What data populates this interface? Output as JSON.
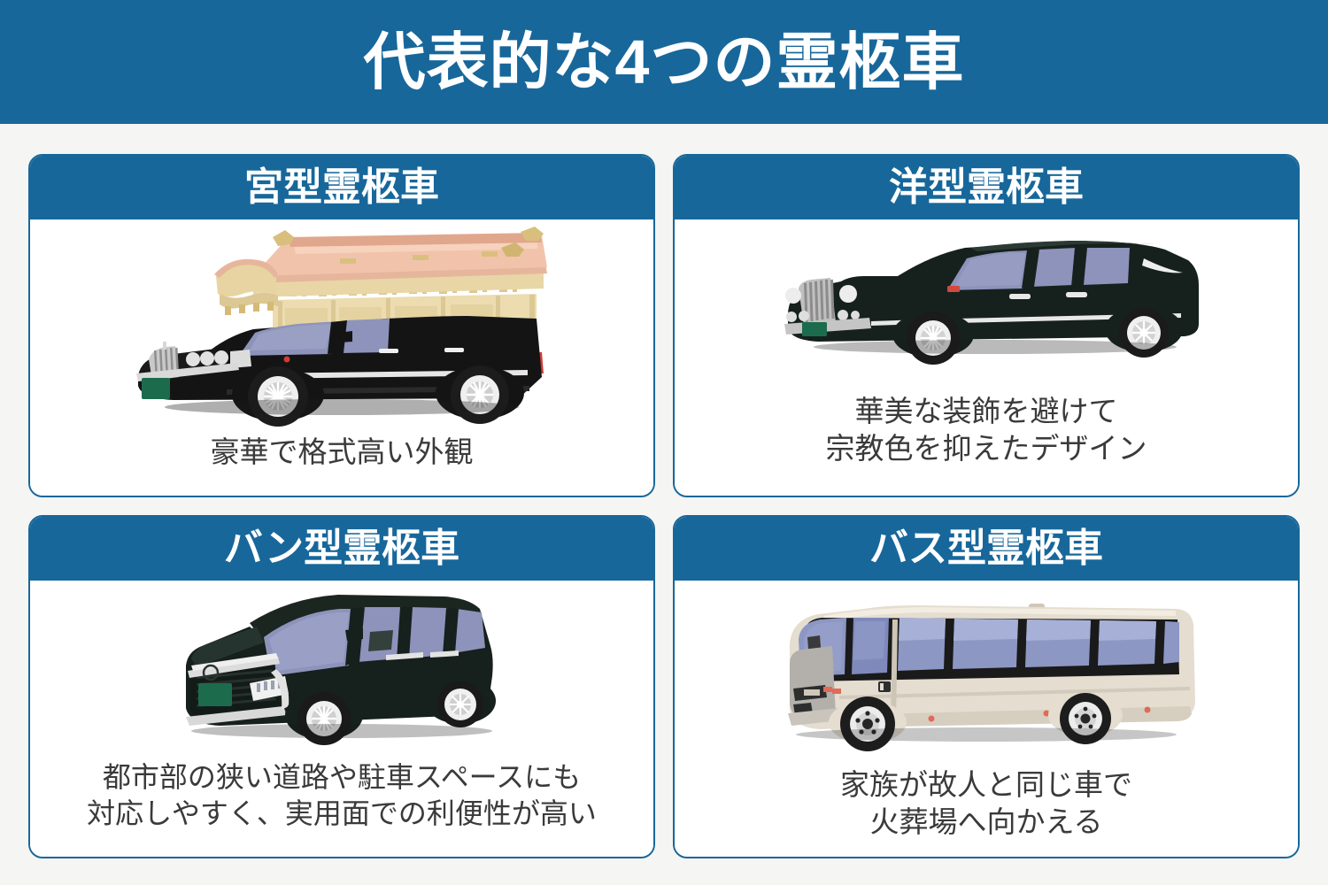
{
  "banner": {
    "title": "代表的な4つの霊柩車",
    "background_color": "#17679b",
    "text_color": "#ffffff"
  },
  "theme": {
    "accent_color": "#17679b",
    "page_background": "#f5f5f3",
    "card_background": "#ffffff",
    "caption_color": "#3a3a3a"
  },
  "cards": [
    {
      "id": "miyagata",
      "title": "宮型霊柩車",
      "caption": "豪華で格式高い外観",
      "illustration": "ornate-pagoda-hearse-illustration",
      "vehicle_colors": {
        "body": "#141414",
        "shrine_body": "#e8d8a8",
        "shrine_roof": "#f0b89e",
        "glass": "#8d93bb",
        "license_plate": "#1d6b4d",
        "chrome": "#c8c8c8"
      }
    },
    {
      "id": "yougata",
      "title": "洋型霊柩車",
      "caption": "華美な装飾を避けて\n宗教色を抑えたデザイン",
      "illustration": "western-style-hearse-illustration",
      "vehicle_colors": {
        "body": "#14211c",
        "glass": "#8d93bb",
        "license_plate": "#1d6b4d",
        "chrome": "#b9b9b9"
      }
    },
    {
      "id": "van",
      "title": "バン型霊柩車",
      "caption": "都市部の狭い道路や駐車スペースにも\n対応しやすく、実用面での利便性が高い",
      "illustration": "van-hearse-illustration",
      "vehicle_colors": {
        "body": "#14201b",
        "glass": "#8d93bb",
        "license_plate": "#1d6b4d",
        "chrome": "#d0d0d0"
      }
    },
    {
      "id": "bus",
      "title": "バス型霊柩車",
      "caption": "家族が故人と同じ車で\n火葬場へ向かえる",
      "illustration": "microbus-hearse-illustration",
      "vehicle_colors": {
        "body": "#e4ddd0",
        "glass": "#8d97c4",
        "accent": "#b3b0ab",
        "marker_light": "#e06a5a"
      }
    }
  ]
}
